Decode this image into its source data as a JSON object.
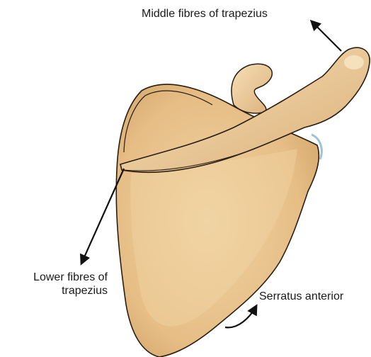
{
  "labels": {
    "middle_trapezius": "Middle fibres of trapezius",
    "lower_trapezius_line1": "Lower fibres of",
    "lower_trapezius_line2": "trapezius",
    "serratus_anterior": "Serratus anterior"
  },
  "colors": {
    "bone_fill": "#e9c48e",
    "bone_highlight": "#f3d9ad",
    "bone_shadow": "#c99a5e",
    "outline": "#2b1d10",
    "arrow": "#111111",
    "glenoid_edge": "#9fc3d3"
  }
}
